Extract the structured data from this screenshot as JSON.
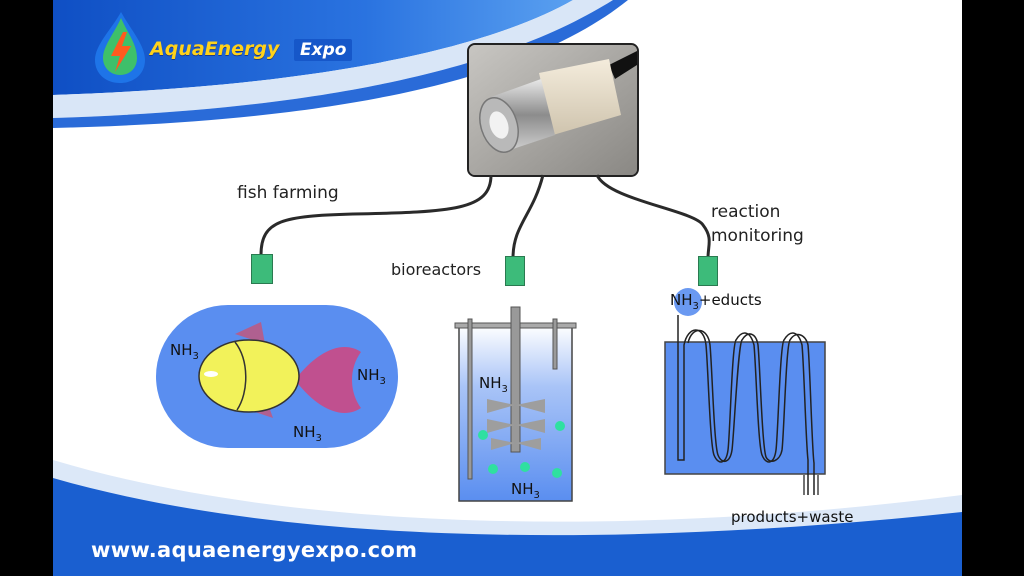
{
  "brand": {
    "name_part1": "AquaEnergy",
    "name_part2": "Expo",
    "website": "www.aquaenergyexpo.com"
  },
  "labels": {
    "fish_farming": "fish farming",
    "bioreactors": "bioreactors",
    "reaction_monitoring_line1": "reaction",
    "reaction_monitoring_line2": "monitoring",
    "inlet": "+educts",
    "outlet": "products+waste"
  },
  "chemical": {
    "base": "NH",
    "subscript": "3"
  },
  "colors": {
    "banner_blue": "#1a5fd0",
    "tank_blue": "#5a8ef0",
    "sensor_green": "#3dbb7a",
    "fish_yellow": "#f2f25a",
    "fin_magenta": "#c0508f",
    "bubble_green": "#2fe0a0"
  }
}
